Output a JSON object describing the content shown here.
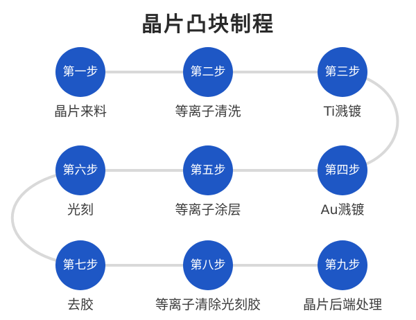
{
  "title": "晶片凸块制程",
  "diagram": {
    "type": "process-flow",
    "layout": "3x3-serpentine",
    "grid_rows": [
      [
        "第一步",
        "第二步",
        "第三步"
      ],
      [
        "第六步",
        "第五步",
        "第四步"
      ],
      [
        "第七步",
        "第八步",
        "第九步"
      ]
    ]
  },
  "steps": [
    {
      "badge": "第一步",
      "label": "晶片来料"
    },
    {
      "badge": "第二步",
      "label": "等离子清洗"
    },
    {
      "badge": "第三步",
      "label": "Ti溅镀"
    },
    {
      "badge": "第四步",
      "label": "Au溅镀"
    },
    {
      "badge": "第五步",
      "label": "等离子涂层"
    },
    {
      "badge": "第六步",
      "label": "光刻"
    },
    {
      "badge": "第七步",
      "label": "去胶"
    },
    {
      "badge": "第八步",
      "label": "等离子清除光刻胶"
    },
    {
      "badge": "第九步",
      "label": "晶片后端处理"
    }
  ],
  "colors": {
    "step_circle": "#1e57c5",
    "circle_text": "#ffffff",
    "connector_line": "#d9d9d9",
    "label_text": "#3c3c3c",
    "title_text": "#2a2a2a",
    "background": "#ffffff"
  }
}
